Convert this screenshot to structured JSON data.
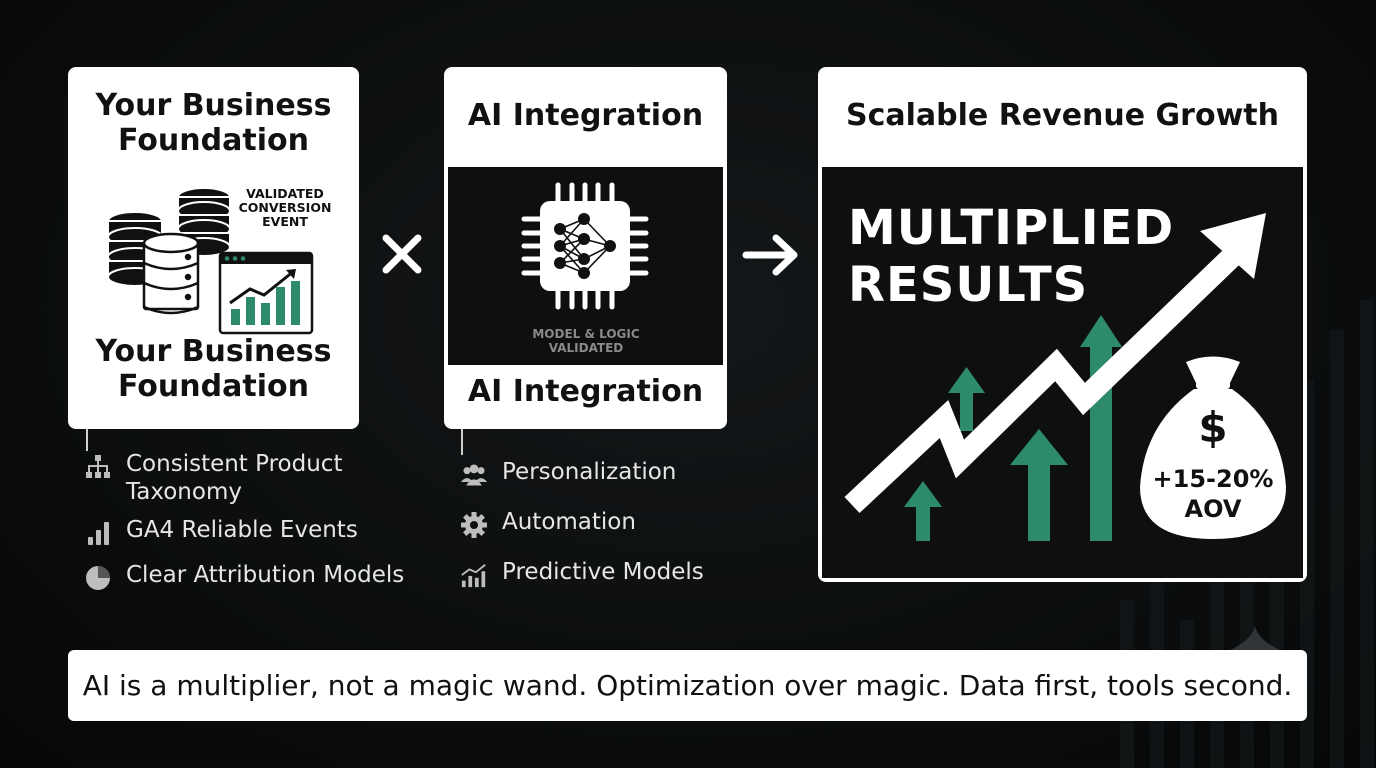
{
  "foundation": {
    "title": "Your Business Foundation",
    "badge_label": "VALIDATED CONVERSION EVENT",
    "footer_title": "Your Business Foundation",
    "items": [
      {
        "label": "Consistent Product Taxonomy",
        "icon": "hierarchy-icon"
      },
      {
        "label": "GA4 Reliable Events",
        "icon": "bar-signal-icon"
      },
      {
        "label": "Clear Attribution Models",
        "icon": "pie-chart-icon"
      }
    ]
  },
  "multiply_symbol": "×",
  "ai": {
    "title": "AI Integration",
    "chip_caption": "MODEL & LOGIC VALIDATED",
    "footer_title": "AI Integration",
    "items": [
      {
        "label": "Personalization",
        "icon": "people-icon"
      },
      {
        "label": "Automation",
        "icon": "gear-icon"
      },
      {
        "label": "Predictive Models",
        "icon": "trend-chart-icon"
      }
    ]
  },
  "arrow_symbol": "→",
  "growth": {
    "title": "Scalable Revenue Growth",
    "headline_line1": "MULTIPLIED",
    "headline_line2": "RESULTS",
    "bag_symbol": "$",
    "bag_line1": "+15-20%",
    "bag_line2": "AOV"
  },
  "tagline": "AI is a multiplier, not a magic wand. Optimization over magic. Data first, tools second.",
  "colors": {
    "accent_green": "#2e8b6a",
    "background": "#0b0d0e",
    "card": "#ffffff"
  }
}
